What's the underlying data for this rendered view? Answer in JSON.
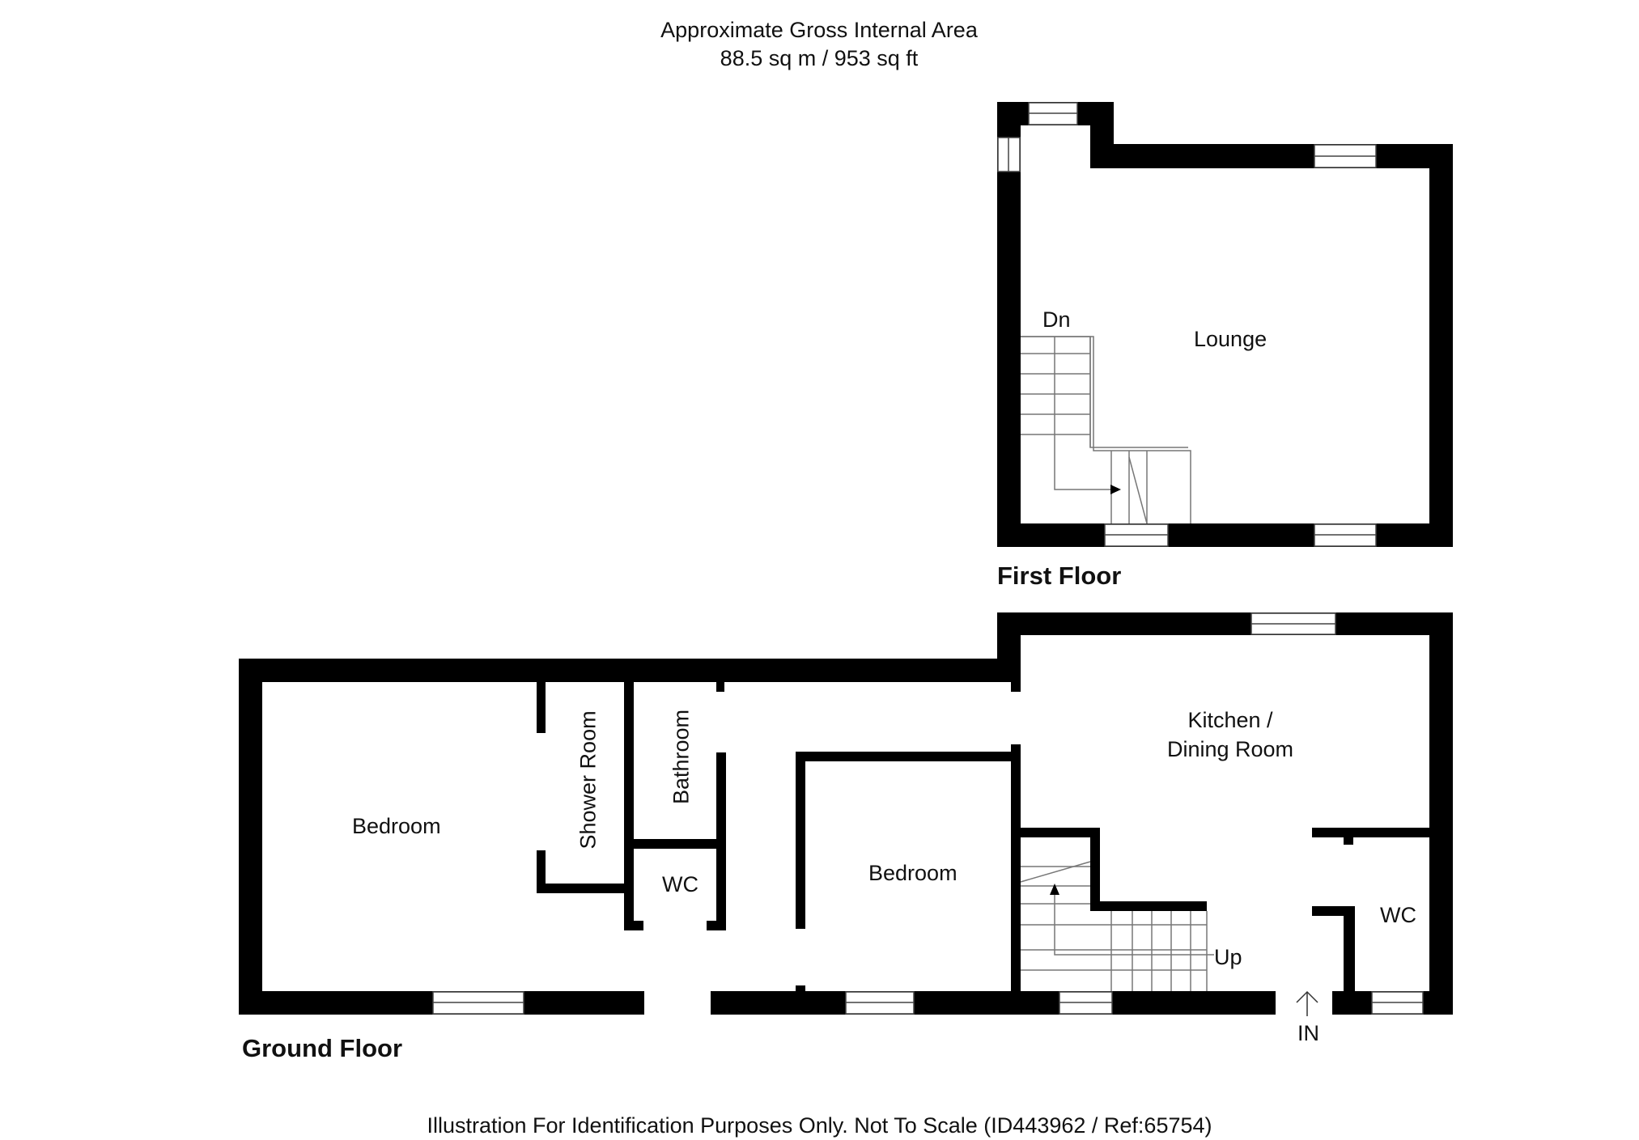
{
  "header": {
    "line1": "Approximate Gross Internal Area",
    "line2": "88.5 sq m / 953 sq ft"
  },
  "floors": {
    "first": "First Floor",
    "ground": "Ground Floor"
  },
  "rooms": {
    "lounge": "Lounge",
    "kitchen_line1": "Kitchen /",
    "kitchen_line2": "Dining Room",
    "bedroom_left": "Bedroom",
    "bedroom_middle": "Bedroom",
    "shower_room": "Shower Room",
    "bathroom": "Bathroom",
    "wc_left": "WC",
    "wc_right": "WC"
  },
  "stairs": {
    "down": "Dn",
    "up": "Up"
  },
  "entrance": "IN",
  "footer": "Illustration For Identification Purposes Only. Not To Scale (ID443962 / Ref:65754)",
  "colors": {
    "wall": "#000000",
    "background": "#ffffff",
    "stair_line": "#666666"
  }
}
